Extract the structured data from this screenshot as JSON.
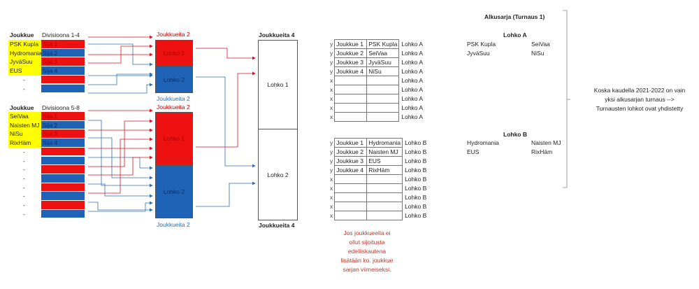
{
  "group1": {
    "header_team": "Joukkue",
    "header_division": "Divisioona 1-4",
    "teams": [
      "PSK Kupla",
      "Hydromania",
      "JyväSuu",
      "EUS",
      "-",
      "-"
    ],
    "ranks": [
      "Sija 1",
      "Sija 2",
      "Sija 3",
      "Sija 4",
      "",
      ""
    ],
    "top_label": "Joukkueita 2",
    "bottom_label": "Joukkueita 2",
    "block1": "Lohko 1",
    "block2": "Lohko 2"
  },
  "group2": {
    "header_team": "Joukkue",
    "header_division": "Divisioona 5-8",
    "teams": [
      "SeiVaa",
      "Naisten MJ",
      "NiSu",
      "RixHäm",
      "-",
      "-",
      "-",
      "-",
      "-",
      "-",
      "-",
      "-"
    ],
    "ranks": [
      "Sija 1",
      "Sija 2",
      "Sija 3",
      "Sija 4"
    ],
    "top_label": "Joukkueita 2",
    "bottom_label": "Joukkueita 2",
    "block1": "Lohko 1",
    "block2": "Lohko 2"
  },
  "merged": {
    "top_label": "Joukkueita 4",
    "bottom_label": "Joukkueita 4",
    "block1": "Lohko 1",
    "block2": "Lohko 2"
  },
  "table_a": {
    "group_label": "Lohko A",
    "rows": [
      {
        "mark": "y",
        "slot": "Joukkue 1",
        "team": "PSK Kupla"
      },
      {
        "mark": "y",
        "slot": "Joukkue 2",
        "team": "SeiVaa"
      },
      {
        "mark": "y",
        "slot": "Joukkue 3",
        "team": "JyväSuu"
      },
      {
        "mark": "y",
        "slot": "Joukkue 4",
        "team": "NiSu"
      },
      {
        "mark": "x",
        "slot": "",
        "team": ""
      },
      {
        "mark": "x",
        "slot": "",
        "team": ""
      },
      {
        "mark": "x",
        "slot": "",
        "team": ""
      },
      {
        "mark": "x",
        "slot": "",
        "team": ""
      },
      {
        "mark": "x",
        "slot": "",
        "team": ""
      }
    ]
  },
  "table_b": {
    "group_label": "Lohko B",
    "rows": [
      {
        "mark": "y",
        "slot": "Joukkue 1",
        "team": "Hydromania"
      },
      {
        "mark": "y",
        "slot": "Joukkue 2",
        "team": "Naisten MJ"
      },
      {
        "mark": "y",
        "slot": "Joukkue 3",
        "team": "EUS"
      },
      {
        "mark": "y",
        "slot": "Joukkue 4",
        "team": "RixHäm"
      },
      {
        "mark": "x",
        "slot": "",
        "team": ""
      },
      {
        "mark": "x",
        "slot": "",
        "team": ""
      },
      {
        "mark": "x",
        "slot": "",
        "team": ""
      },
      {
        "mark": "x",
        "slot": "",
        "team": ""
      },
      {
        "mark": "x",
        "slot": "",
        "team": ""
      }
    ]
  },
  "note": "Jos joukkueella ei ollut sijoitusta edelliskautena lisätään ko. joukkue sarjan viimeiseksi.",
  "note_lines": [
    "Jos joukkueella ei",
    "ollut sijoitusta",
    "edelliskautena",
    "lisätään ko. joukkue",
    "sarjan viimeiseksi."
  ],
  "summary": {
    "title": "Alkusarja (Turnaus 1)",
    "lohko_a": {
      "title": "Lohko A",
      "teams": [
        "PSK Kupla",
        "SeiVaa",
        "JyväSuu",
        "NiSu"
      ]
    },
    "lohko_b": {
      "title": "Lohko B",
      "teams": [
        "Hydromania",
        "Naisten MJ",
        "EUS",
        "RixHäm"
      ]
    },
    "side_note": [
      "Koska kaudella 2021-2022 on vain",
      "yksi alkusarjan turnaus -->",
      "Turnausten lohkot ovat yhdistetty"
    ]
  },
  "colors": {
    "red": "#ee1111",
    "blue": "#1e63b5",
    "yellow": "#ffff00",
    "note_red": "#c0392b"
  }
}
